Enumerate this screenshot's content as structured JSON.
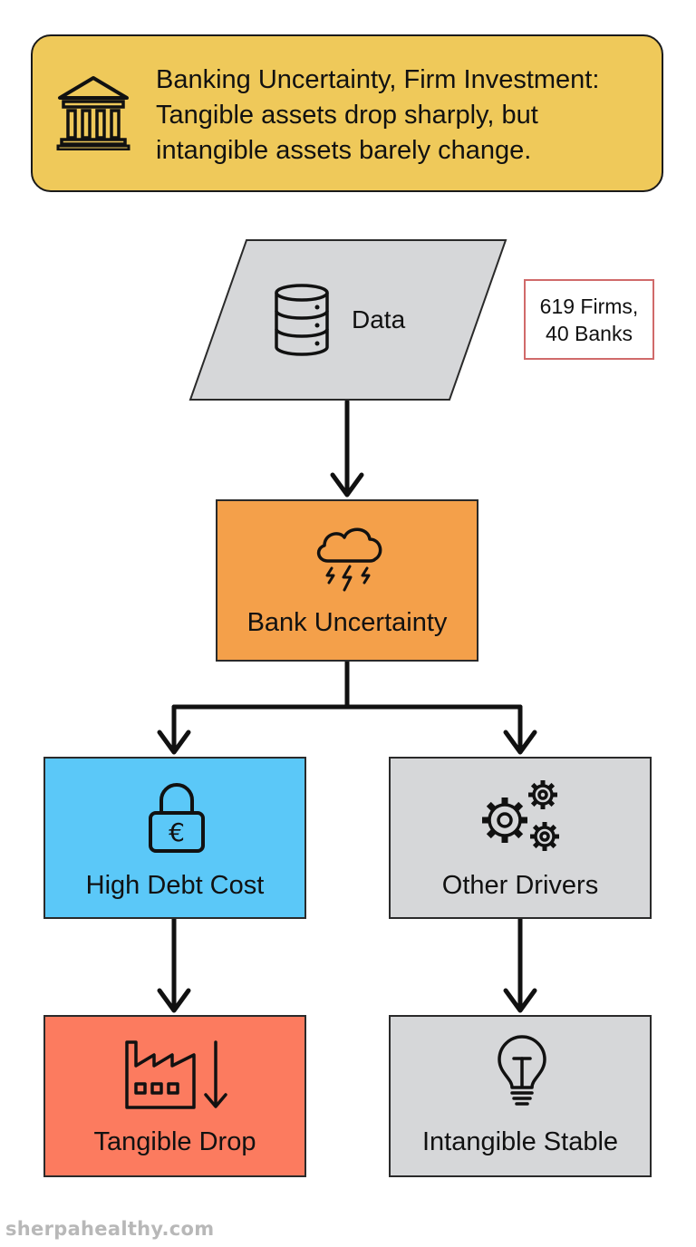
{
  "header": {
    "lines": [
      "Banking Uncertainty, Firm Investment:",
      "Tangible assets drop sharply, but",
      "intangible assets barely change."
    ],
    "icon": "bank-building-icon"
  },
  "nodes": {
    "data": {
      "label": "Data",
      "icon": "database-icon",
      "color": "#d6d7d9"
    },
    "bank_uncertainty": {
      "label": "Bank Uncertainty",
      "icon": "storm-cloud-icon",
      "color": "#f4a04a"
    },
    "high_debt_cost": {
      "label": "High Debt Cost",
      "icon": "euro-lock-icon",
      "color": "#5bc8f8"
    },
    "other_drivers": {
      "label": "Other Drivers",
      "icon": "gears-icon",
      "color": "#d6d7d9"
    },
    "tangible_drop": {
      "label": "Tangible Drop",
      "icon": "factory-down-arrow-icon",
      "color": "#fc7b5f"
    },
    "intangible_stable": {
      "label": "Intangible Stable",
      "icon": "lightbulb-icon",
      "color": "#d6d7d9"
    }
  },
  "note": {
    "lines": [
      "619 Firms,",
      "40 Banks"
    ],
    "border_color": "#d06a6a"
  },
  "header_color": "#efc95a",
  "watermark": "sherpahealthy.com"
}
